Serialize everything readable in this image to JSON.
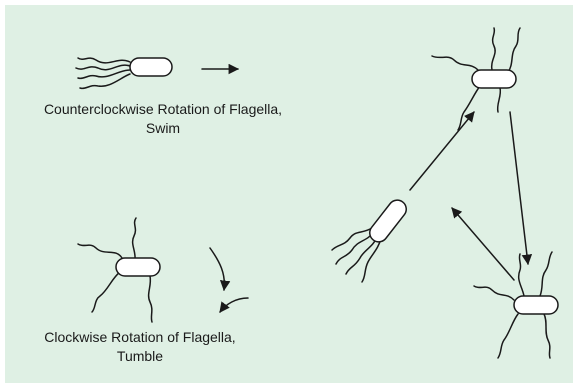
{
  "colors": {
    "background": "#dff0e4",
    "stroke": "#1a1a1a",
    "cell_fill": "#ffffff"
  },
  "swim": {
    "caption_line1": "Counterclockwise Rotation of Flagella,",
    "caption_line2": "Swim"
  },
  "tumble": {
    "caption_line1": "Clockwise Rotation of Flagella,",
    "caption_line2": "Tumble"
  }
}
